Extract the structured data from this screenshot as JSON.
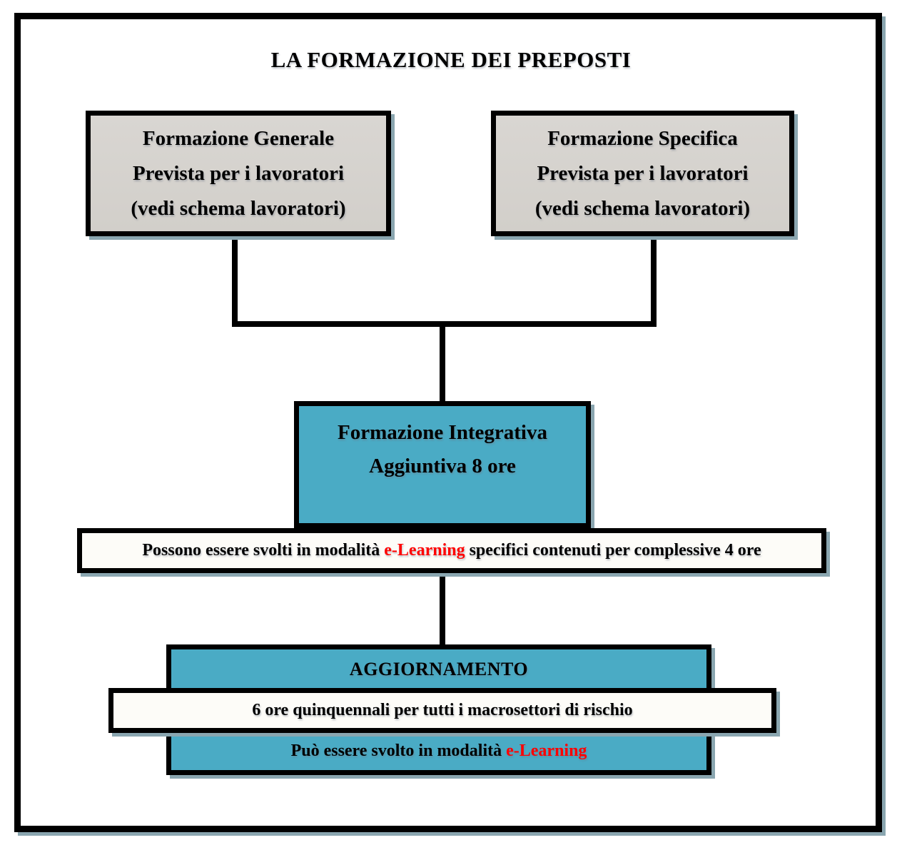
{
  "title": "LA FORMAZIONE DEI PREPOSTI",
  "top_left_box": {
    "lines": [
      "Formazione Generale",
      "Prevista per i lavoratori",
      "(vedi schema lavoratori)"
    ]
  },
  "top_right_box": {
    "lines": [
      "Formazione Specifica",
      "Prevista per i lavoratori",
      "(vedi schema lavoratori)"
    ]
  },
  "integrative_box": {
    "lines": [
      "Formazione Integrativa",
      "Aggiuntiva 8 ore"
    ]
  },
  "elearning_bar": {
    "prefix": "Possono essere svolti in modalità ",
    "highlight": "e-Learning",
    "suffix": " specifici contenuti per complessive 4 ore"
  },
  "update_group": {
    "header": "AGGIORNAMENTO",
    "hours_bar": "6 ore quinquennali per tutti i macrosettori di rischio",
    "footer_prefix": "Può essere svolto in modalità ",
    "footer_highlight": "e-Learning"
  },
  "colors": {
    "teal": "#4AABC5",
    "box_gray": "#D5D2CE",
    "highlight_red": "#FF0000",
    "shadow_blue_gray": "#8AA6B0",
    "border_black": "#000000"
  }
}
